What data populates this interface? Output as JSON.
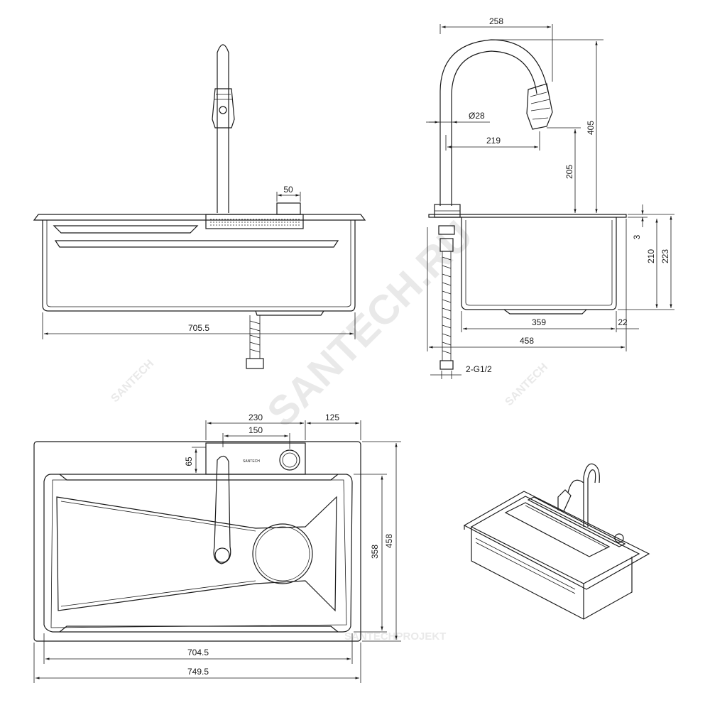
{
  "watermark": {
    "main": "SANTECH.RU",
    "small": "SANTECH",
    "bottom": "SANTECHPROJEKT"
  },
  "front_view": {
    "width_label": "705.5",
    "button_width_label": "50"
  },
  "side_view": {
    "faucet_reach_label": "258",
    "faucet_diameter_label": "Ø28",
    "spout_offset_label": "219",
    "spout_clearance_label": "205",
    "faucet_height_label": "405",
    "rim_label": "3",
    "bowl_depth_label": "210",
    "total_depth_label": "223",
    "bowl_width_label": "359",
    "rim_width_label": "22",
    "overall_width_label": "458",
    "connection_label": "2-G1/2"
  },
  "top_view": {
    "deck_width_label": "230",
    "button_spacing_label": "150",
    "right_offset_label": "125",
    "deck_depth_label": "65",
    "bowl_depth_label": "358",
    "overall_depth_label": "458",
    "bowl_width_label": "704.5",
    "overall_width_label": "749.5"
  }
}
